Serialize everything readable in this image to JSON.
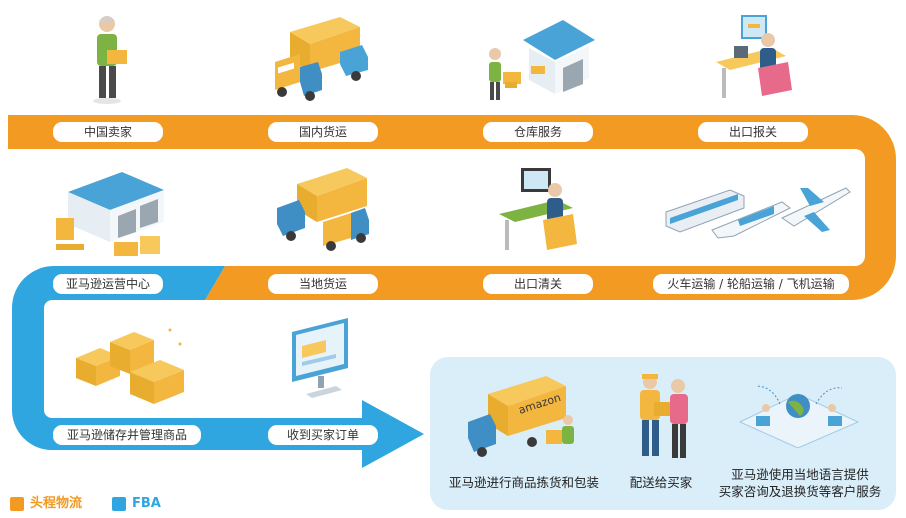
{
  "colors": {
    "orange": "#f39a22",
    "blue": "#2fa6df",
    "panel": "#d9eef9"
  },
  "steps": [
    {
      "label": "中国卖家",
      "icon": "seller-person-icon"
    },
    {
      "label": "国内货运",
      "icon": "domestic-truck-icon"
    },
    {
      "label": "仓库服务",
      "icon": "warehouse-icon"
    },
    {
      "label": "出口报关",
      "icon": "customs-desk-icon"
    },
    {
      "label": "火车运输 / 轮船运输 / 飞机运输",
      "icon": "train-ship-plane-icon"
    },
    {
      "label": "出口清关",
      "icon": "clearance-desk-icon"
    },
    {
      "label": "当地货运",
      "icon": "local-truck-icon"
    },
    {
      "label": "亚马逊运营中心",
      "icon": "amazon-fulfillment-center-icon"
    },
    {
      "label": "亚马逊储存并管理商品",
      "icon": "stored-boxes-icon"
    },
    {
      "label": "收到买家订单",
      "icon": "order-monitor-icon"
    }
  ],
  "fba_panel": {
    "items": [
      {
        "text": "亚马逊进行商品拣货和包装",
        "icon": "amazon-truck-picking-icon"
      },
      {
        "text": "配送给买家",
        "icon": "delivery-handoff-icon"
      },
      {
        "text": "亚马逊使用当地语言提供\n买家咨询及退换货等客户服务",
        "icon": "customer-service-icon"
      }
    ]
  },
  "truck_brand": "amazon",
  "legend": [
    {
      "label": "头程物流",
      "color": "#f39a22"
    },
    {
      "label": "FBA",
      "color": "#2fa6df"
    }
  ]
}
